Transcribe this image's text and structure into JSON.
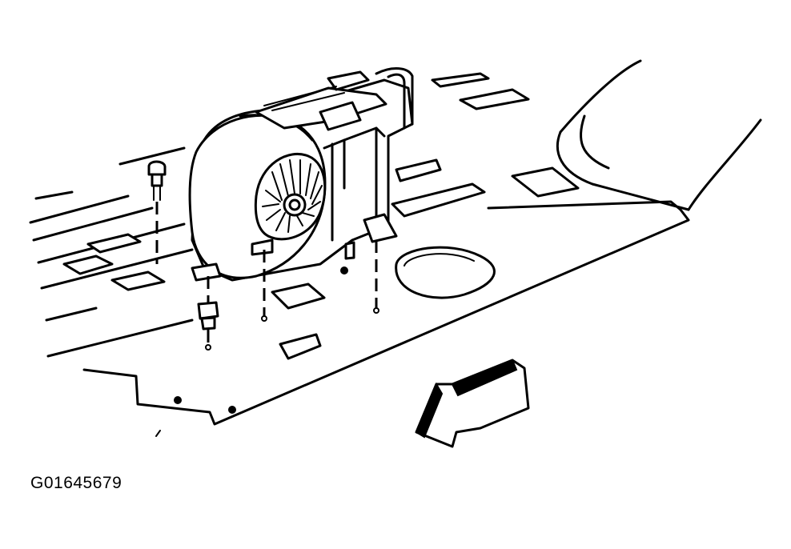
{
  "figure": {
    "id_label": "G01645679",
    "line_color": "#000000",
    "background_color": "#ffffff",
    "components": {
      "floor_panel": "floor-panel",
      "blower_motor": "blower-motor-assembly",
      "mounting_bolt": "mounting-bolt",
      "retaining_nut": "retaining-nut",
      "direction_arrow": "forward-direction-arrow"
    }
  }
}
